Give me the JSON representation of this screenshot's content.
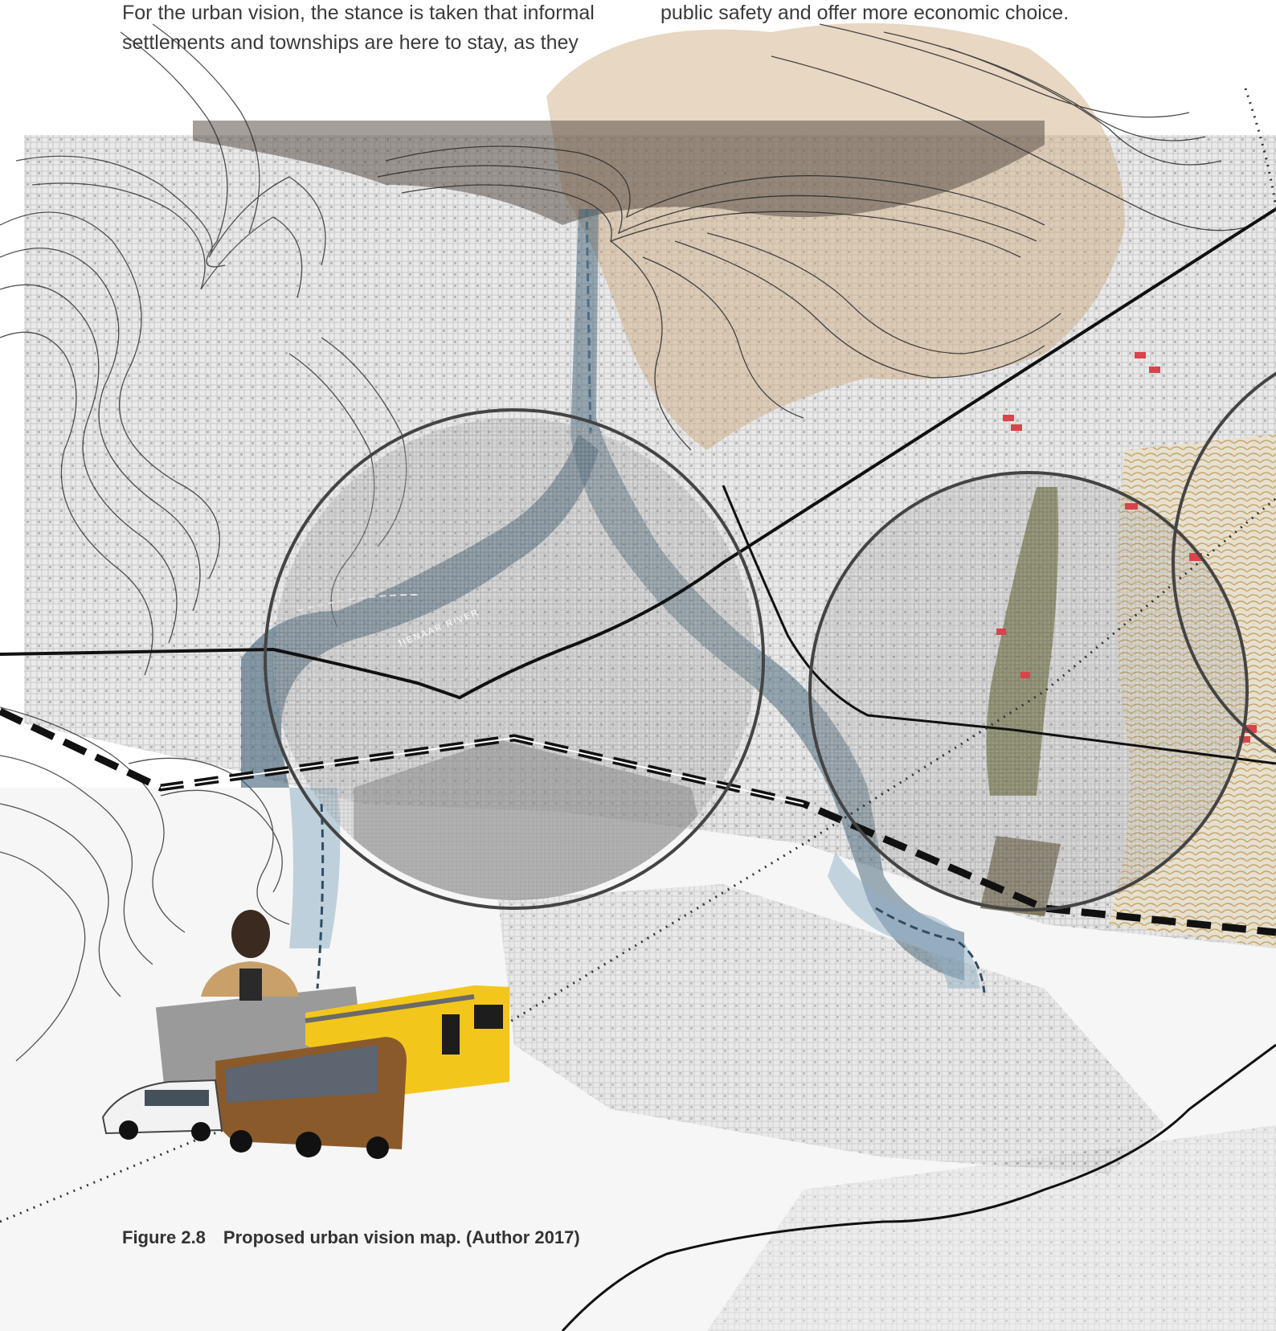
{
  "body_text": {
    "left_column": [
      "For the urban vision, the stance is taken that informal",
      "settlements and townships are here to stay, as they"
    ],
    "right_column": [
      "public safety and offer more economic choice."
    ]
  },
  "map": {
    "river_label": "JIENAAR RIVER"
  },
  "figure": {
    "number": "Figure 2.8",
    "caption": "Proposed urban vision map. (Author 2017)"
  },
  "colors": {
    "contour": "#2a2a2a",
    "urban_gray": "#cfcfcf",
    "ridge_tan": "#c9a77a",
    "river_blue": "#3f5f75",
    "circle_stroke": "#444444",
    "road": "#111111",
    "green_wedge": "#6a6a3a",
    "settlement_gold": "#c5a15c",
    "red_marker": "#d9434b"
  }
}
